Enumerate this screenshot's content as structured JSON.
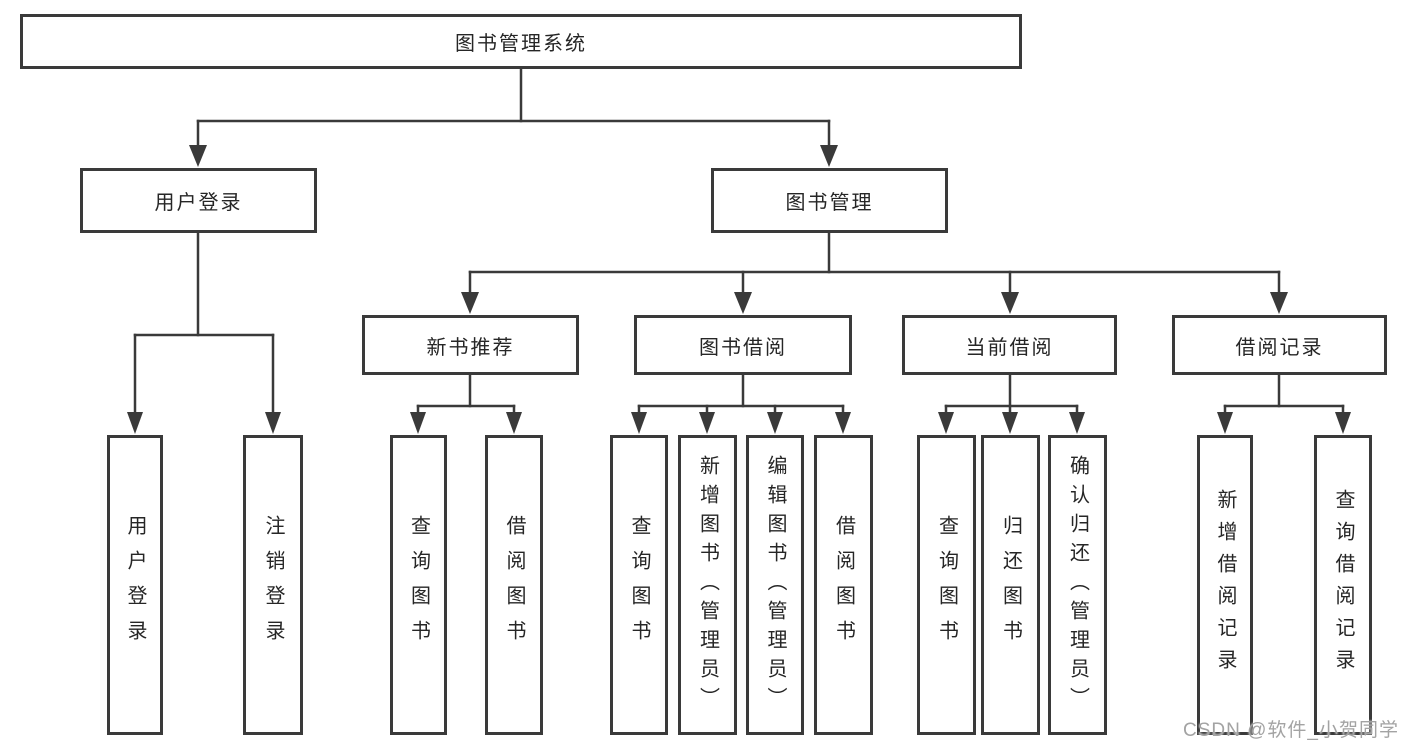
{
  "diagram": {
    "type": "hierarchy-tree",
    "root": {
      "label": "图书管理系统",
      "children": [
        {
          "label": "用户登录",
          "children": [
            {
              "label": "用户登录"
            },
            {
              "label": "注销登录"
            }
          ]
        },
        {
          "label": "图书管理",
          "children": [
            {
              "label": "新书推荐",
              "children": [
                {
                  "label": "查询图书"
                },
                {
                  "label": "借阅图书"
                }
              ]
            },
            {
              "label": "图书借阅",
              "children": [
                {
                  "label": "查询图书"
                },
                {
                  "label": "新增图书（管理员）"
                },
                {
                  "label": "编辑图书（管理员）"
                },
                {
                  "label": "借阅图书"
                }
              ]
            },
            {
              "label": "当前借阅",
              "children": [
                {
                  "label": "查询图书"
                },
                {
                  "label": "归还图书"
                },
                {
                  "label": "确认归还（管理员）"
                }
              ]
            },
            {
              "label": "借阅记录",
              "children": [
                {
                  "label": "新增借阅记录"
                },
                {
                  "label": "查询借阅记录"
                }
              ]
            }
          ]
        }
      ]
    },
    "watermark": "CSDN @软件_小贺同学",
    "colors": {
      "line": "#3a3a3a",
      "box_border": "#3a3a3a",
      "box_fill": "#ffffff",
      "text": "#262626",
      "watermark": "#a3a3a3",
      "background": "#ffffff"
    }
  }
}
